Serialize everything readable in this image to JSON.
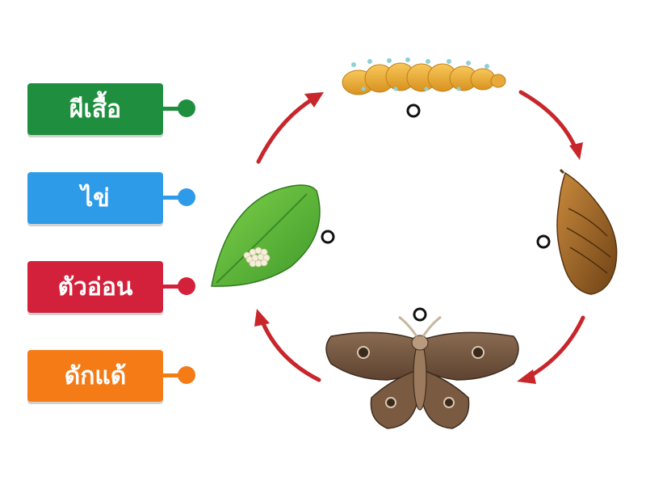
{
  "labels": [
    {
      "text": "ผีเสื้อ",
      "color": "#1f8f3f",
      "dot": "#1f8f3f"
    },
    {
      "text": "ไข่",
      "color": "#2d9be8",
      "dot": "#2d9be8"
    },
    {
      "text": "ตัวอ่อน",
      "color": "#d3213b",
      "dot": "#d3213b"
    },
    {
      "text": "ดักแด้",
      "color": "#f47b16",
      "dot": "#f47b16"
    }
  ],
  "colors": {
    "arrow": "#c8262b",
    "target_ring": "#111111"
  },
  "icons": [
    "caterpillar-icon",
    "pupa-icon",
    "moth-icon",
    "leaf-with-eggs-icon"
  ]
}
